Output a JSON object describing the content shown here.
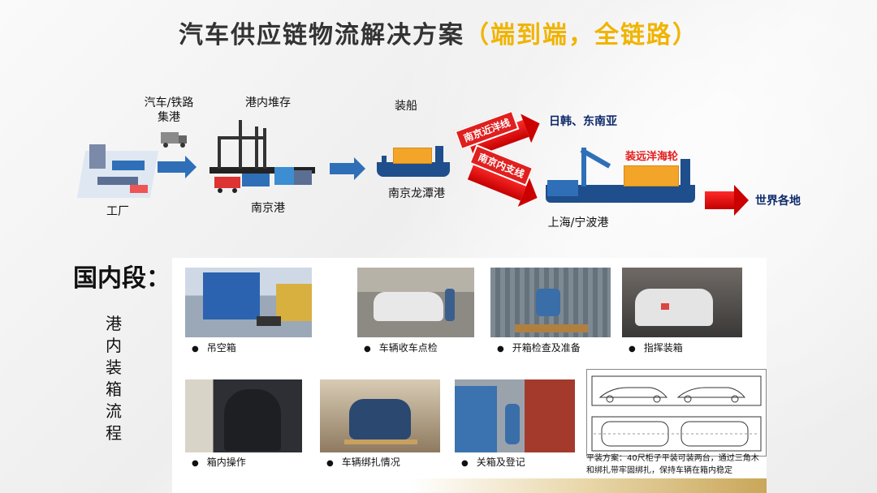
{
  "title": {
    "main": "汽车供应链物流解决方案",
    "sub": "（端到端，全链路）"
  },
  "flow": {
    "factory_label": "工厂",
    "collect_label_line1": "汽车/铁路",
    "collect_label_line2": "集港",
    "yard_label": "港内堆存",
    "port_label": "南京港",
    "loading_label": "装船",
    "longtan_label": "南京龙潭港",
    "route1_label": "南京近洋线",
    "route1_dest": "日韩、东南亚",
    "route2_label": "南京内支线",
    "transship_label": "装远洋海轮",
    "hub_label": "上海/宁波港",
    "world_label": "世界各地"
  },
  "section": {
    "title": "国内段：",
    "vertical_text": [
      "港",
      "内",
      "装",
      "箱",
      "流",
      "程"
    ]
  },
  "steps": [
    {
      "caption": "吊空箱"
    },
    {
      "caption": "车辆收车点检"
    },
    {
      "caption": "开箱检查及准备"
    },
    {
      "caption": "指挥装箱"
    },
    {
      "caption": "箱内操作"
    },
    {
      "caption": "车辆绑扎情况"
    },
    {
      "caption": "关箱及登记"
    }
  ],
  "diagram_note": "平装方案：40尺柜子平装可装两台，通过三角木和绑扎带牢固绑扎，保持车辆在箱内稳定",
  "colors": {
    "accent_gold": "#f0b400",
    "flow_blue": "#2f6fb8",
    "route_red": "#e31b1b",
    "ship_blue": "#1e4e8c",
    "cargo_orange": "#f3a52a"
  }
}
